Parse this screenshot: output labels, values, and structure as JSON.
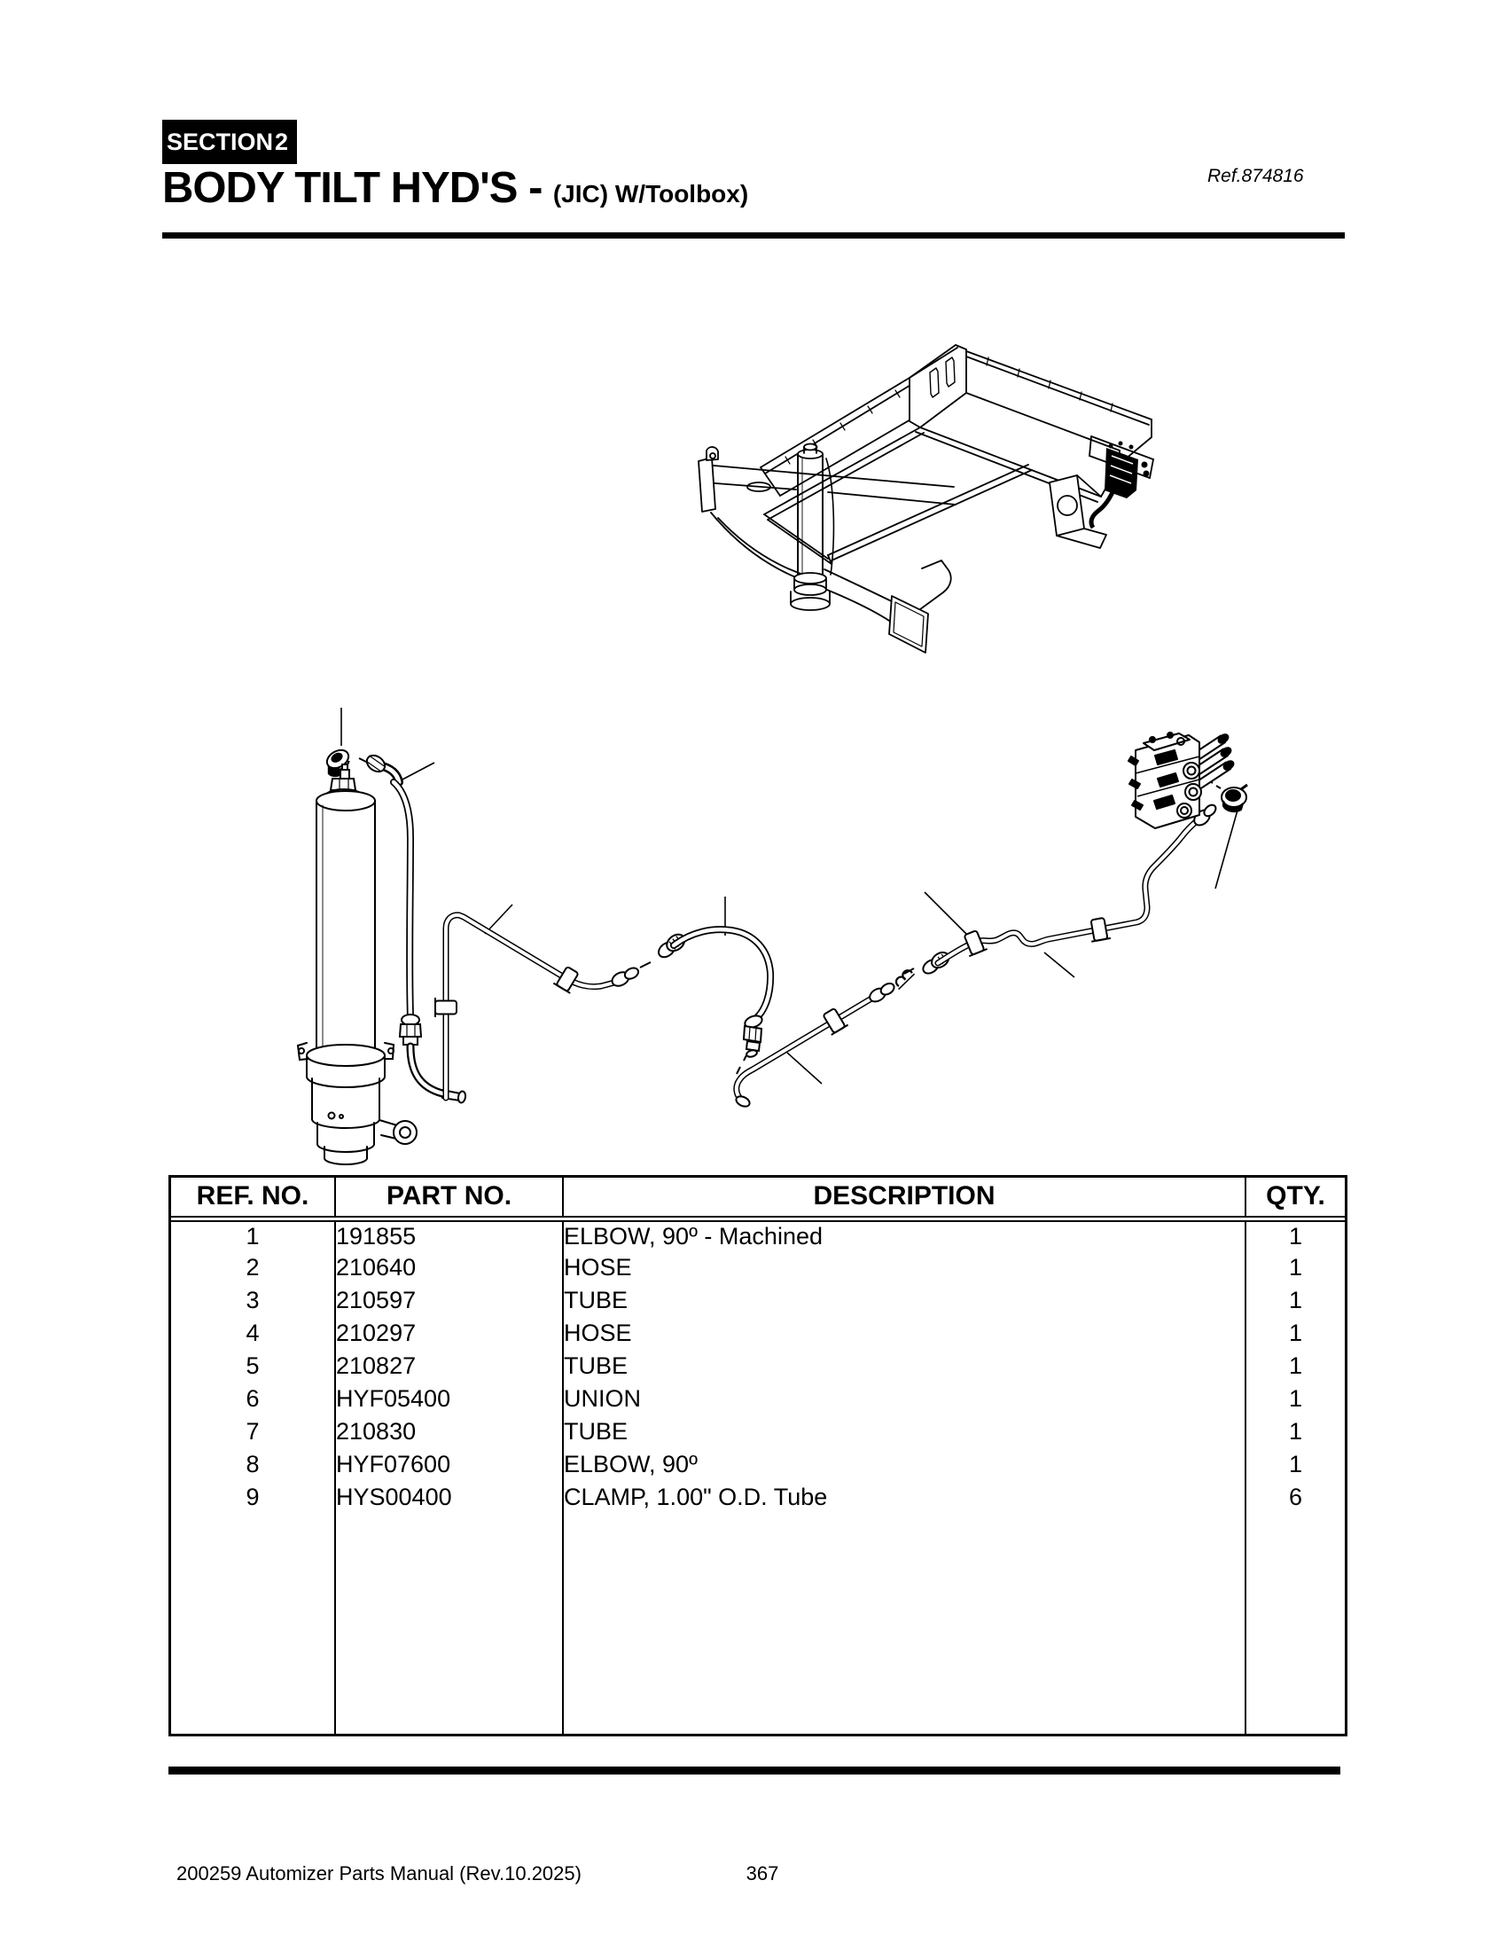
{
  "header": {
    "section_label": "SECTION",
    "section_number": "2",
    "title": "BODY TILT HYD'S -",
    "subtitle": "(JIC) W/Toolbox)",
    "ref_label": "Ref.874816"
  },
  "parts_table": {
    "headers": {
      "ref_no": "REF. NO.",
      "part_no": "PART NO.",
      "description": "DESCRIPTION",
      "qty": "QTY."
    },
    "rows": [
      {
        "ref_no": "1",
        "part_no": "191855",
        "description": "ELBOW, 90º - Machined",
        "qty": "1"
      },
      {
        "ref_no": "2",
        "part_no": "210640",
        "description": "HOSE",
        "qty": "1"
      },
      {
        "ref_no": "3",
        "part_no": "210597",
        "description": "TUBE",
        "qty": "1"
      },
      {
        "ref_no": "4",
        "part_no": "210297",
        "description": "HOSE",
        "qty": "1"
      },
      {
        "ref_no": "5",
        "part_no": "210827",
        "description": "TUBE",
        "qty": "1"
      },
      {
        "ref_no": "6",
        "part_no": "HYF05400",
        "description": "UNION",
        "qty": "1"
      },
      {
        "ref_no": "7",
        "part_no": "210830",
        "description": "TUBE",
        "qty": "1"
      },
      {
        "ref_no": "8",
        "part_no": "HYF07600",
        "description": "ELBOW, 90º",
        "qty": "1"
      },
      {
        "ref_no": "9",
        "part_no": "HYS00400",
        "description": "CLAMP, 1.00\" O.D. Tube",
        "qty": "6"
      }
    ]
  },
  "footer": {
    "manual_title": "200259 Automizer Parts Manual (Rev.10.2025)",
    "page_number": "367"
  }
}
